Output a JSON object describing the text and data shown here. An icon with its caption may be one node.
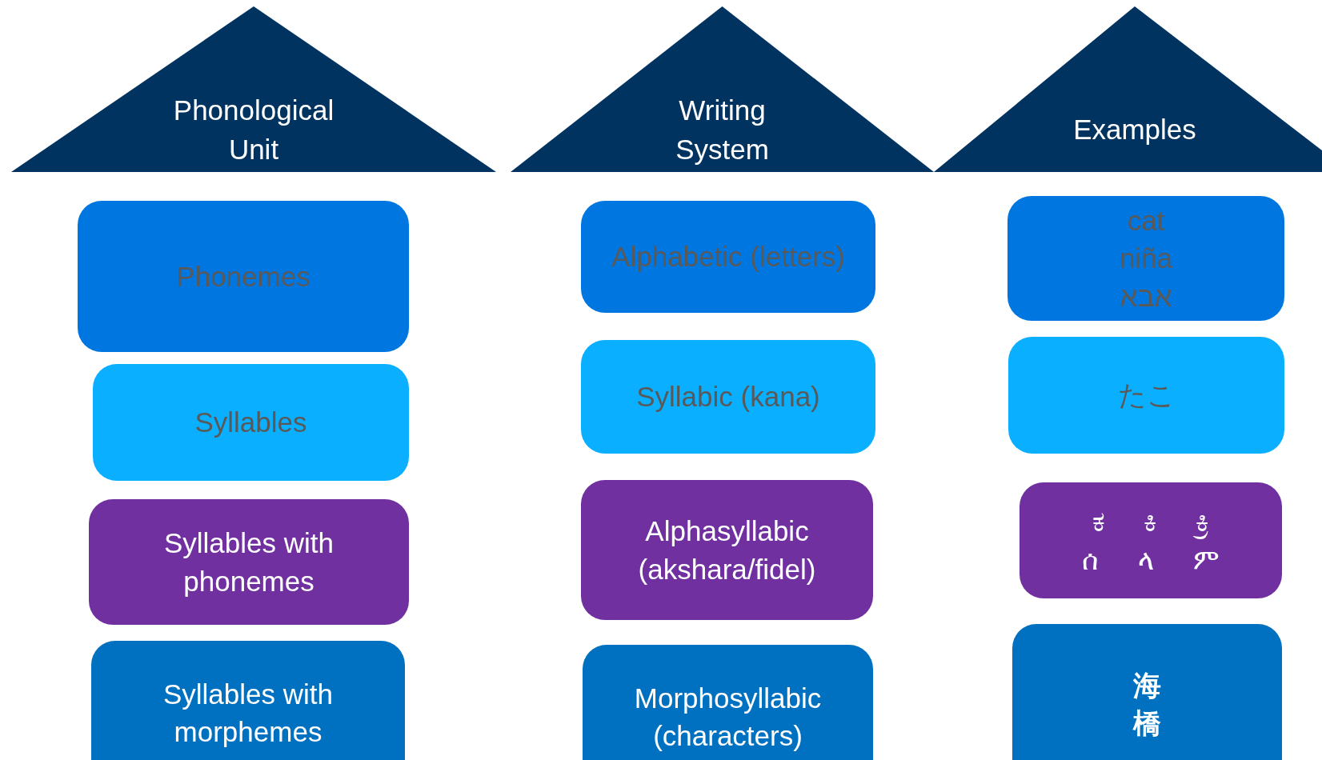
{
  "diagram": {
    "nodes": [
      {
        "text": [
          "Phonological Unit"
        ]
      },
      {
        "text": [
          "Writing System"
        ]
      },
      {
        "text": [
          "Examples"
        ]
      },
      {
        "text": [
          "Phonemes"
        ]
      },
      {
        "text": [
          "Syllables"
        ]
      },
      {
        "text": [
          "Syllables with phonemes"
        ]
      },
      {
        "text": [
          "Syllables with morphemes"
        ]
      },
      {
        "text": [
          "Alphabetic (letters)"
        ]
      },
      {
        "text": [
          "Syllabic (kana)"
        ]
      },
      {
        "text": [
          "Alphasyllabic (akshara/fidel)"
        ]
      },
      {
        "text": [
          "Morphosyllabic (characters)"
        ]
      },
      {
        "text": [
          "cat",
          "niña",
          "אבא"
        ]
      },
      {
        "text": [
          "たこ"
        ]
      },
      {
        "text": [
          "ಕ     ಕಿ     ಕ್ರಿ",
          "ሰ     ላ     ም"
        ]
      },
      {
        "text": [
          "海",
          "橋"
        ]
      }
    ]
  }
}
